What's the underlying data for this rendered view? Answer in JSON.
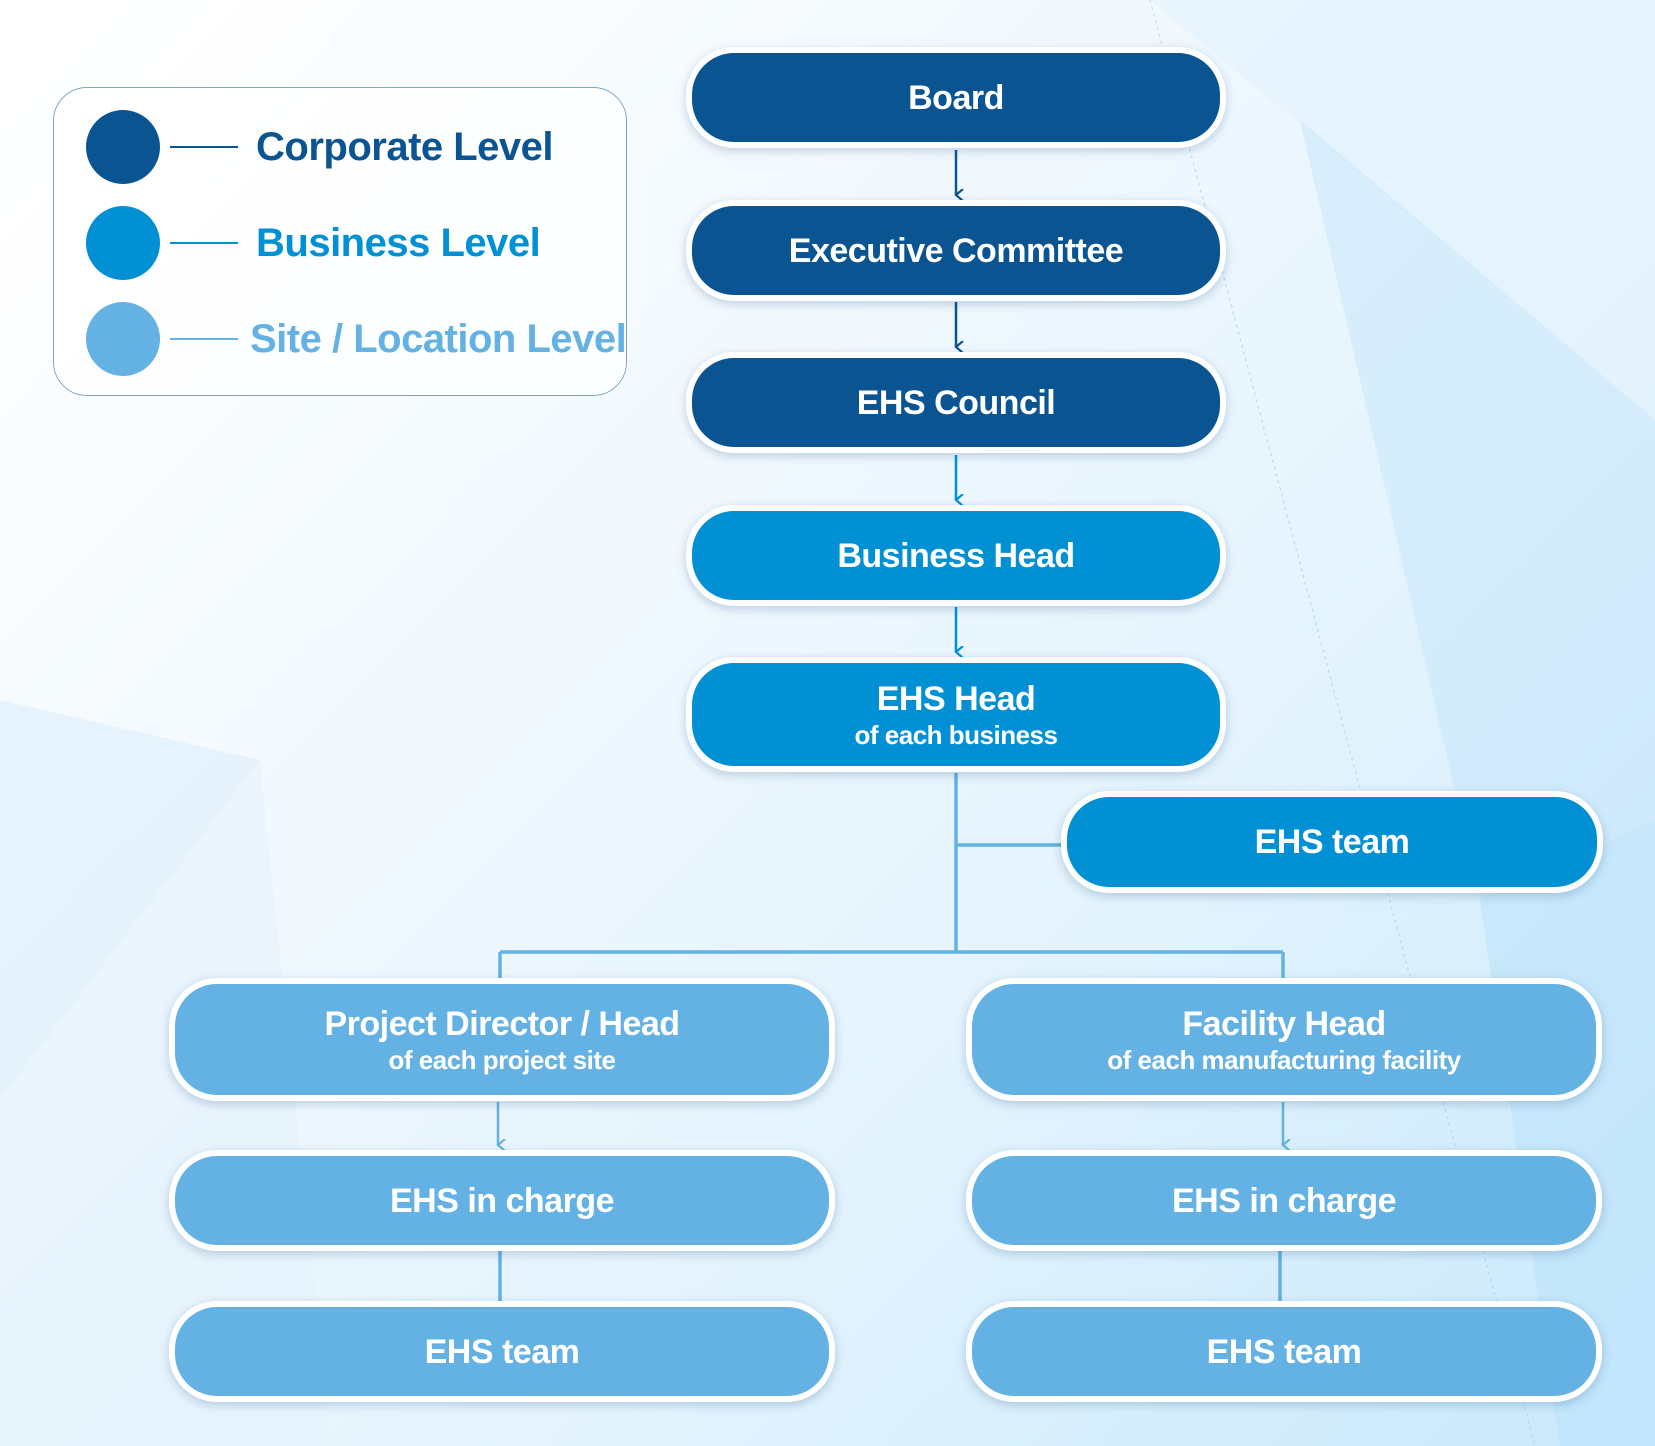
{
  "colors": {
    "corporate": "#0a5591",
    "business": "#0290d5",
    "site": "#63b2e3"
  },
  "legend": {
    "corporate": "Corporate Level",
    "business": "Business Level",
    "site": "Site / Location Level"
  },
  "nodes": {
    "board": "Board",
    "executive_committee": "Executive Committee",
    "ehs_council": "EHS Council",
    "business_head": "Business Head",
    "ehs_head": {
      "title": "EHS Head",
      "subtitle": "of each business"
    },
    "ehs_team_business": "EHS team",
    "project_director": {
      "title": "Project Director / Head",
      "subtitle": "of each project site"
    },
    "facility_head": {
      "title": "Facility Head",
      "subtitle": "of each manufacturing facility"
    },
    "ehs_in_charge_project": "EHS in charge",
    "ehs_in_charge_facility": "EHS in charge",
    "ehs_team_project": "EHS team",
    "ehs_team_facility": "EHS team"
  }
}
